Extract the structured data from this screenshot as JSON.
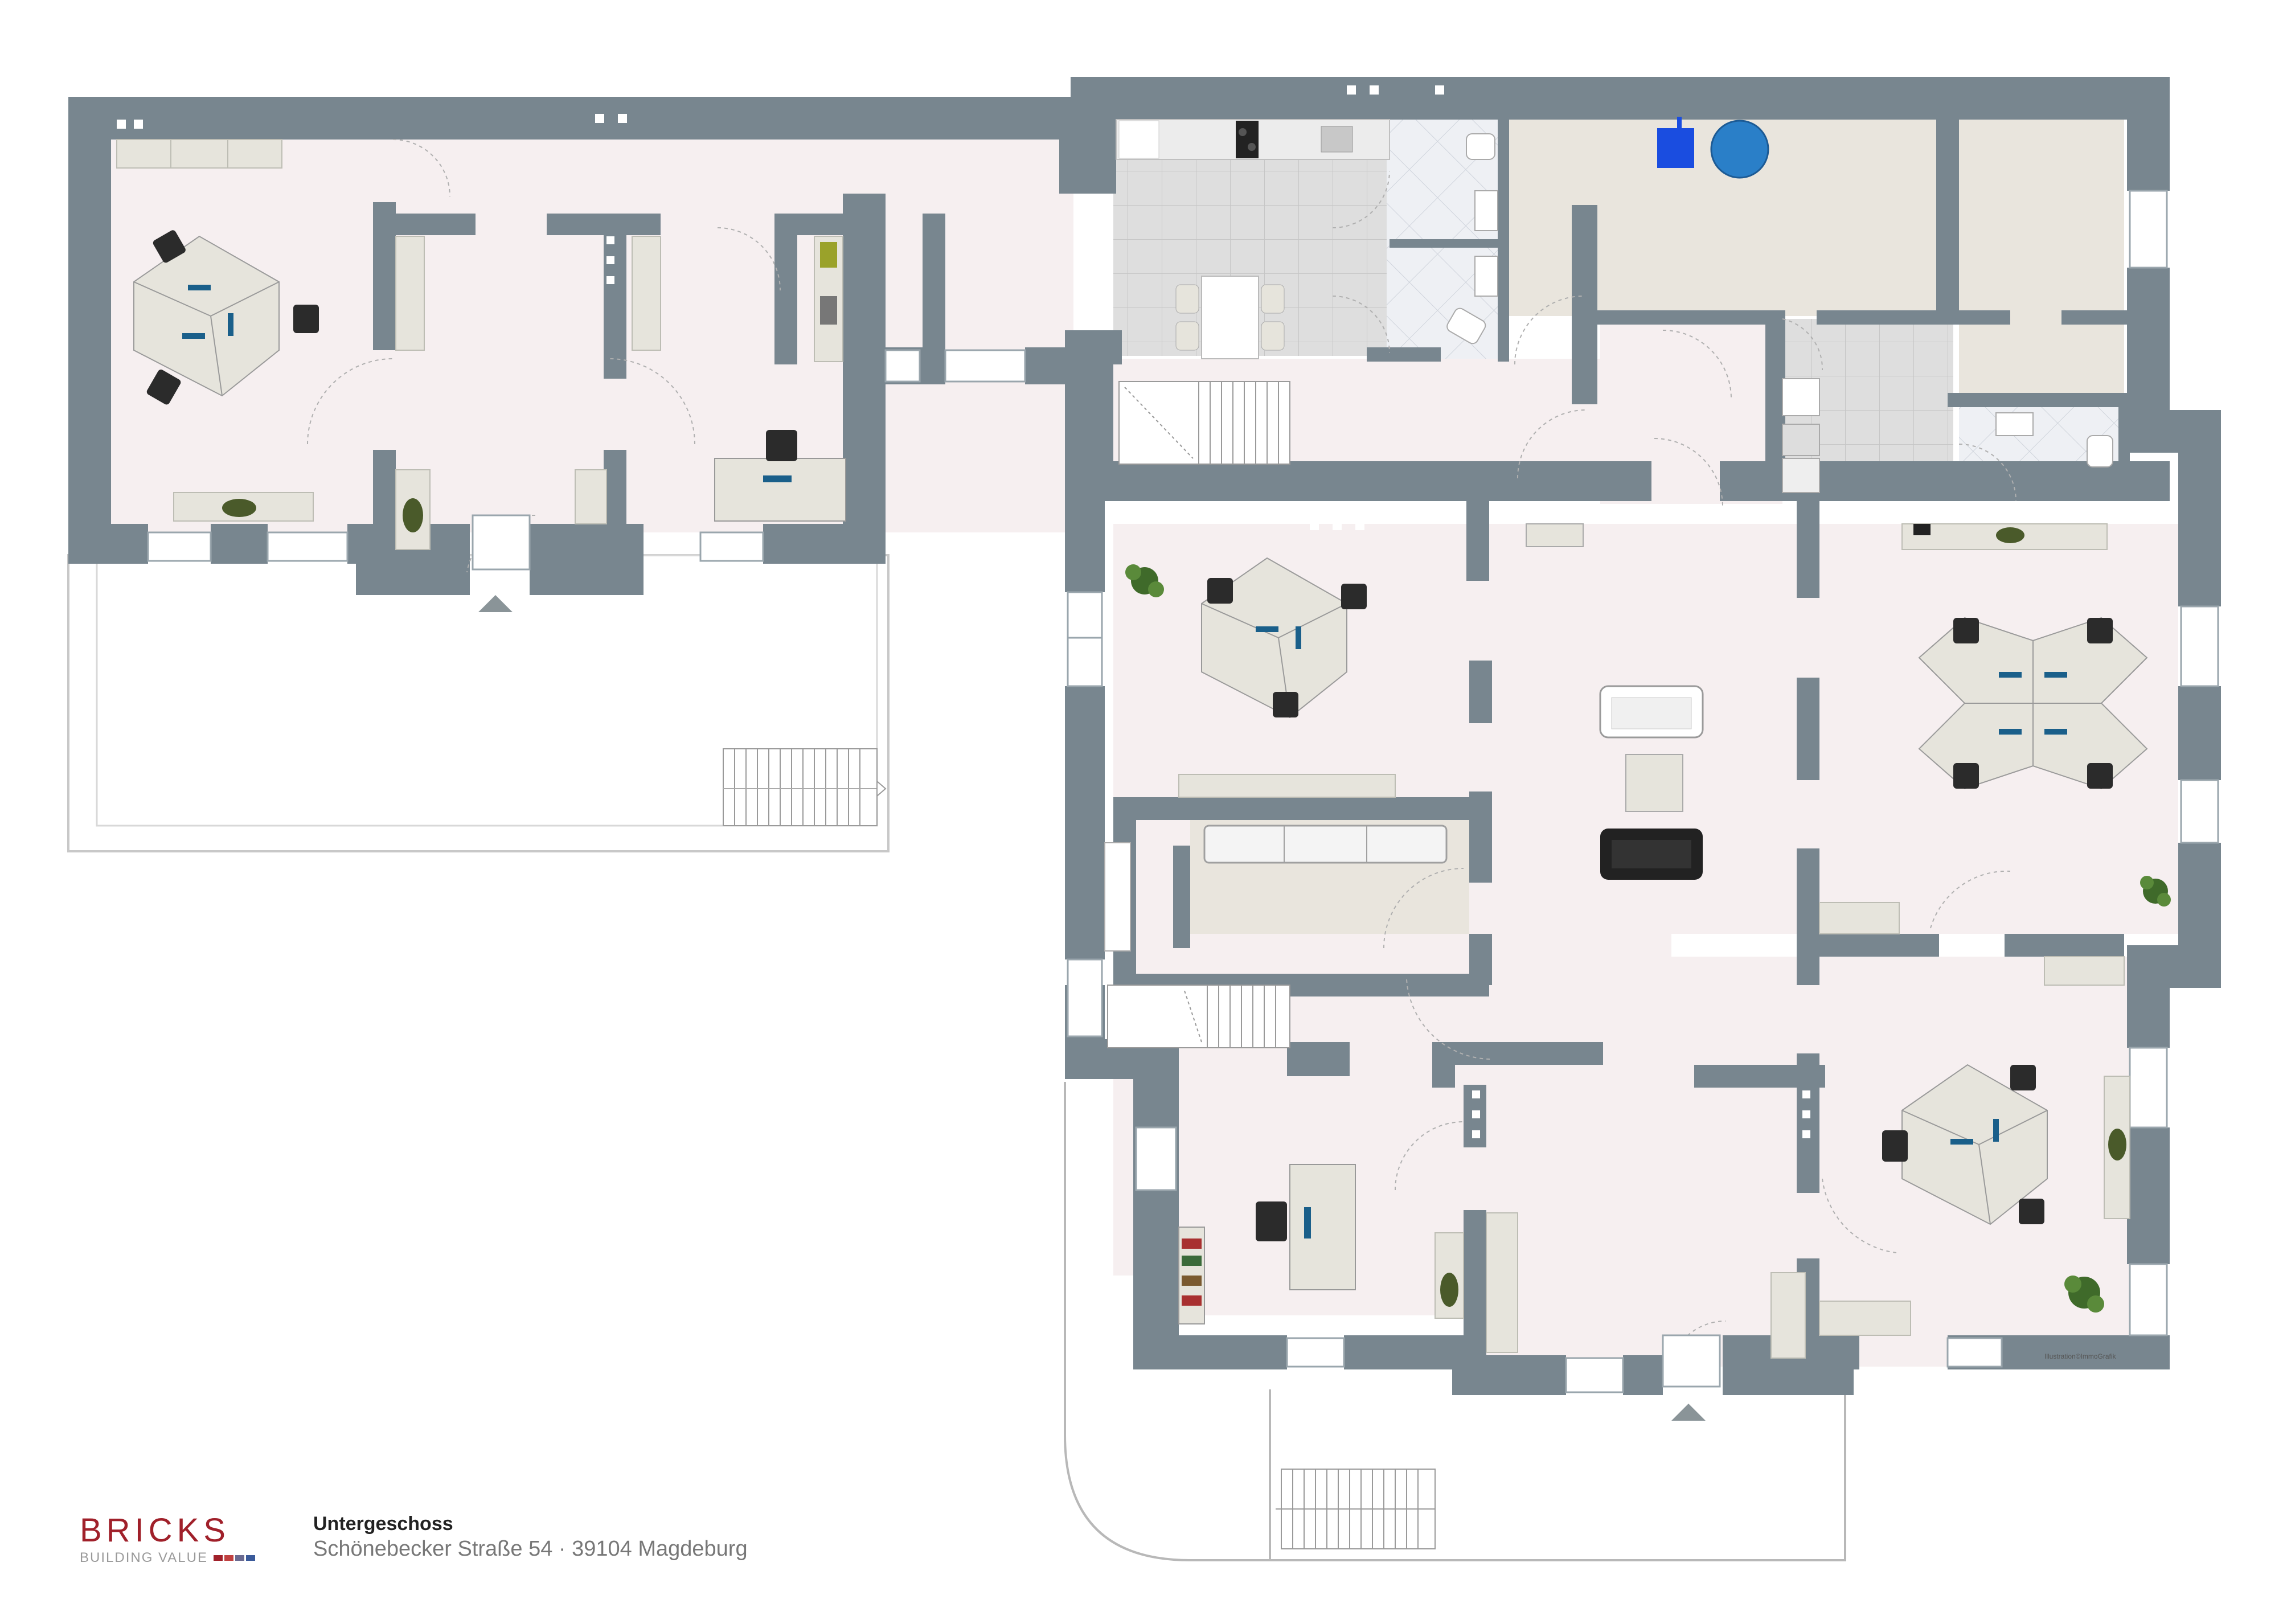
{
  "plan": {
    "floor": "Untergeschoss",
    "address": "Schönebecker Straße 54 · 39104 Magdeburg",
    "credit": "Illustration©ImmoGrafik"
  },
  "brand": {
    "name": "BRICKS",
    "tagline": "BUILDING VALUE",
    "colors": {
      "name": "#a0202a",
      "bars": [
        "#a0202a",
        "#c04040",
        "#6a6a90",
        "#3a5a9a"
      ]
    }
  },
  "colors": {
    "wall": "#78868f",
    "floor": "#f6eff0",
    "tile": "#dcdcdc",
    "utility_room": "#e9e5dd",
    "terrace_line": "#c8c8c8",
    "furniture": "#e6e4dc",
    "chair": "#2b2b2b",
    "sofa_dark": "#222222",
    "tank_blue": "#2a7fc8"
  },
  "icons": {
    "entrance_markers": "triangle-up",
    "plants": "potted-plant",
    "tank": "water-tank"
  }
}
